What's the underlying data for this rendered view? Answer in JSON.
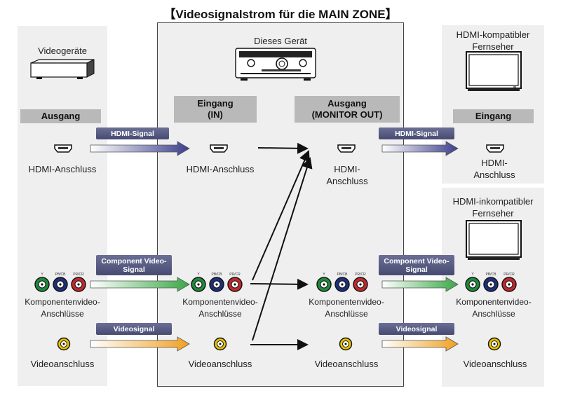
{
  "title": "【Videosignalstrom für die MAIN ZONE】",
  "left": {
    "device_label": "Videogeräte",
    "header": "Ausgang",
    "hdmi_label": "HDMI-Anschluss",
    "component_label": "Komponentenvideo-\nAnschlüsse",
    "video_label": "Videoanschluss"
  },
  "center": {
    "device_label": "Dieses Gerät",
    "input_header": "Eingang\n(IN)",
    "output_header": "Ausgang\n(MONITOR OUT)",
    "in_hdmi_label": "HDMI-Anschluss",
    "in_component_label": "Komponentenvideo-\nAnschlüsse",
    "in_video_label": "Videoanschluss",
    "out_hdmi_label": "HDMI-\nAnschluss",
    "out_component_label": "Komponentenvideo-\nAnschlüsse",
    "out_video_label": "Videoanschluss"
  },
  "right_top": {
    "tv_label": "HDMI-kompatibler\nFernseher",
    "header": "Eingang",
    "hdmi_label": "HDMI-\nAnschluss"
  },
  "right_bottom": {
    "tv_label": "HDMI-inkompatibler\nFernseher",
    "component_label": "Komponentenvideo-\nAnschlüsse",
    "video_label": "Videoanschluss"
  },
  "signals": {
    "hdmi": "HDMI-Signal",
    "component": "Component Video-\nSignal",
    "video": "Videosignal"
  },
  "component_jack_labels": [
    "Y",
    "PB/CB",
    "PR/CR"
  ],
  "colors": {
    "panel": "#efefef",
    "header": "#b9b9b9",
    "tag": "#55597f",
    "hdmi_arrow": "#3c3f8c",
    "component_arrow": "#3aa845",
    "video_arrow": "#f0a020",
    "jack_green": "#1f8a3a",
    "jack_blue": "#1e2f7a",
    "jack_red": "#c0282d",
    "jack_yellow": "#e8c400"
  },
  "icons": [
    "player-icon",
    "receiver-icon",
    "tv-icon",
    "hdmi-port-icon",
    "component-jack-icon",
    "composite-jack-icon"
  ]
}
